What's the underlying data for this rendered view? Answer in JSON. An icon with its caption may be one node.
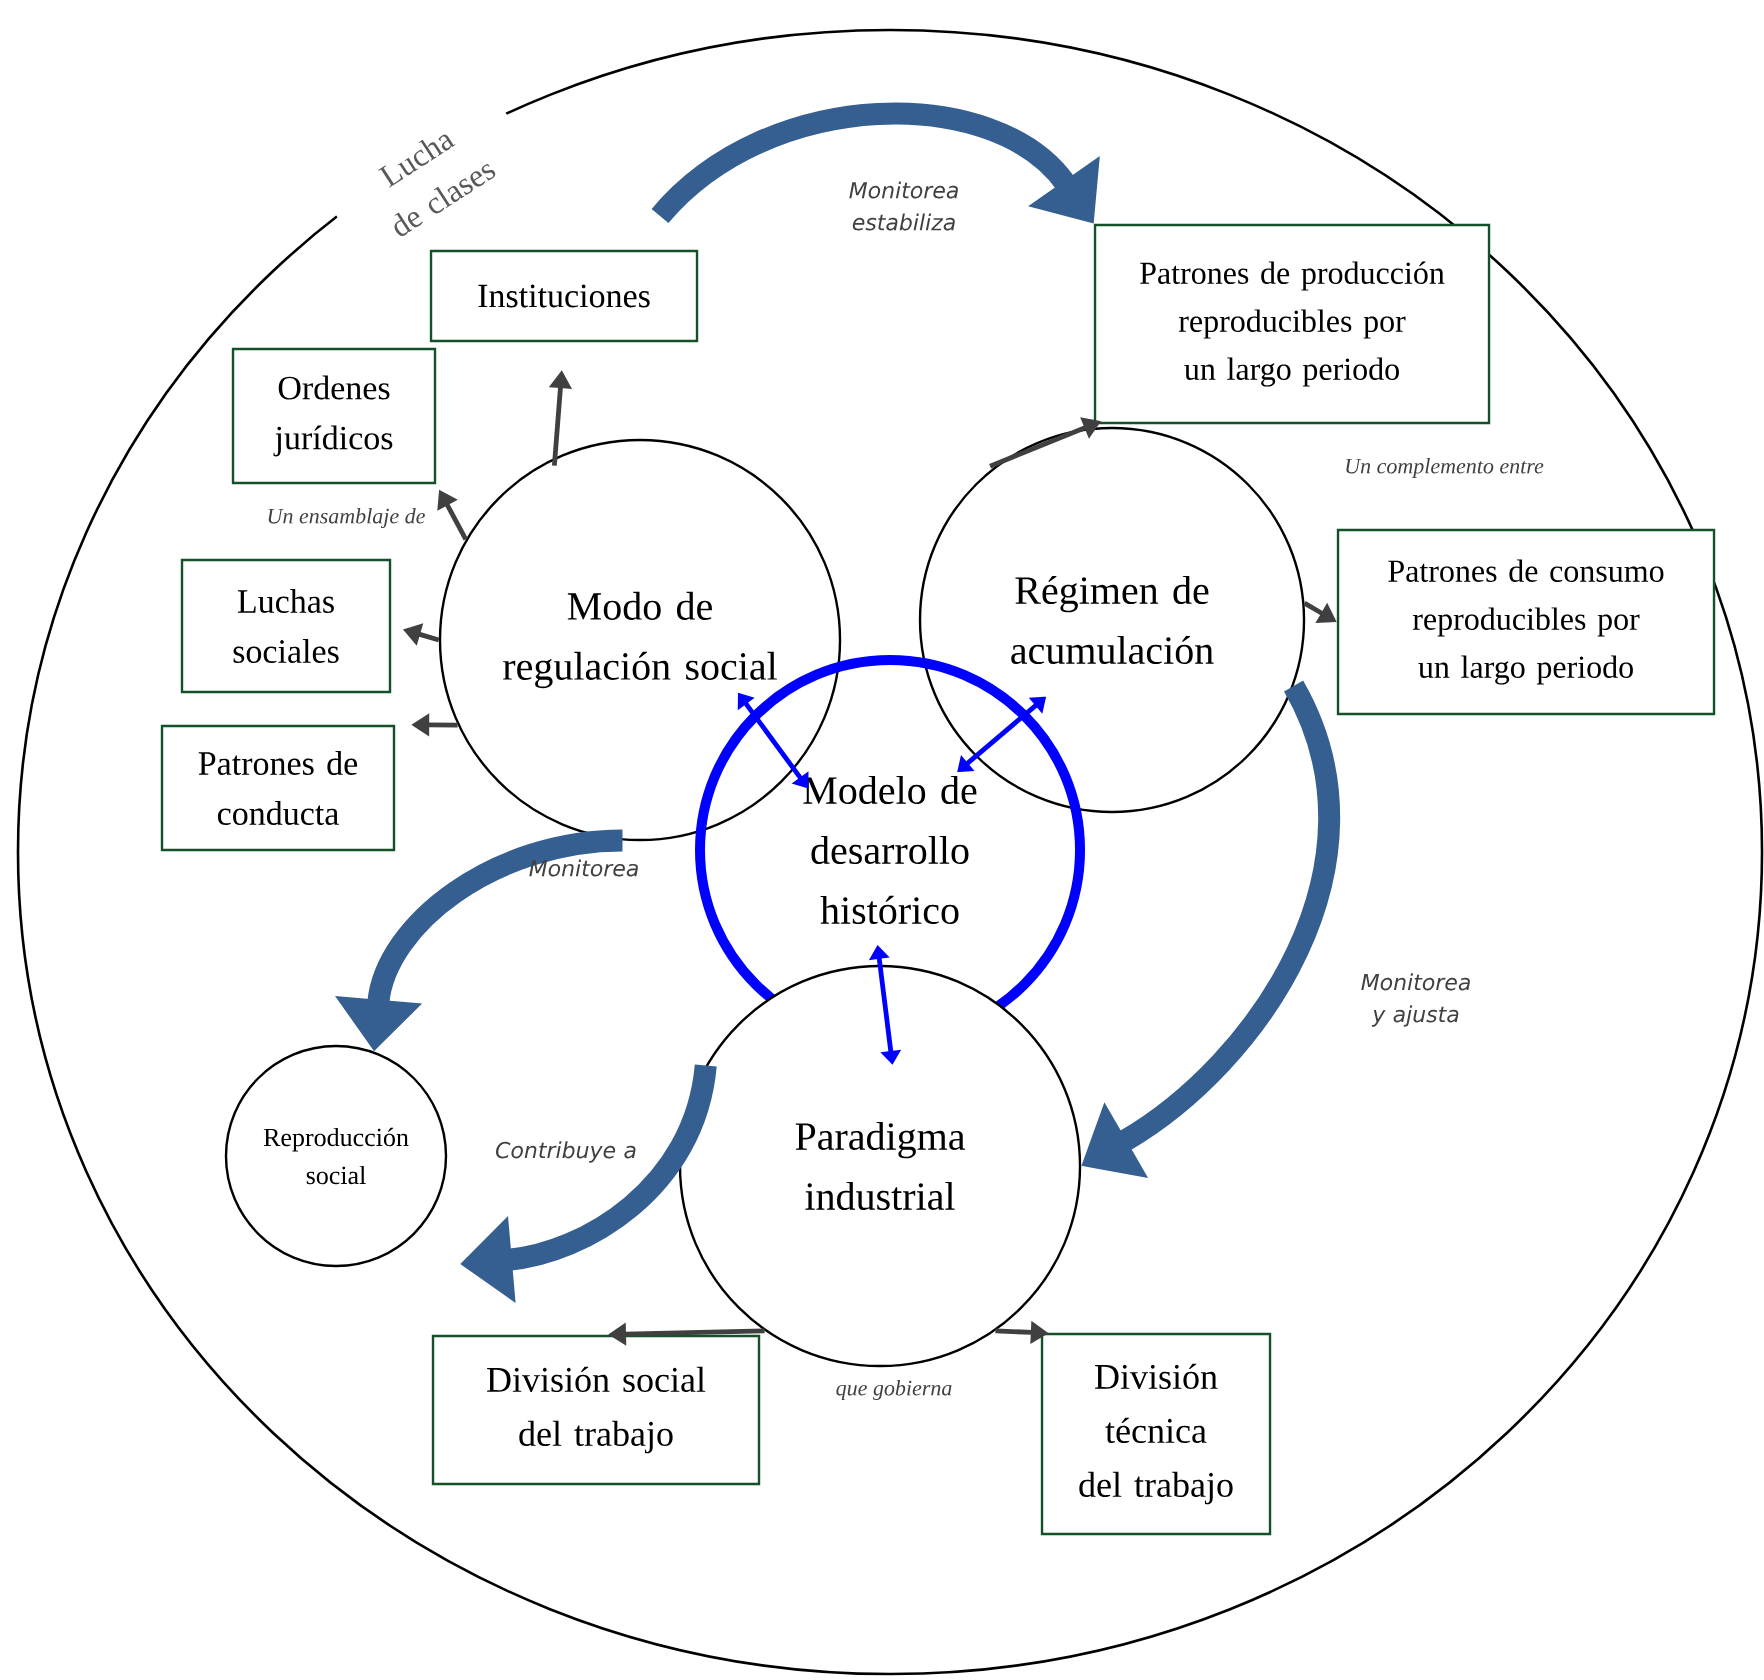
{
  "diagram": {
    "nodes": [
      {
        "text": [
          "Lucha de clases"
        ]
      },
      {
        "text": [
          "Instituciones"
        ],
        "in": 0
      },
      {
        "text": [
          "Ordenes jurídicos"
        ],
        "in": 0
      },
      {
        "text": [
          "Luchas sociales"
        ],
        "in": 0
      },
      {
        "text": [
          "Patrones de conducta"
        ],
        "in": 0
      },
      {
        "text": [
          "Modo de regulación social"
        ],
        "in": 0,
        "beside": [
          "Un ensamblaje de"
        ]
      },
      {
        "text": [
          "Patrones de producción reproducibles por un largo periodo"
        ],
        "in": 0
      },
      {
        "text": [
          "Régimen de acumulación"
        ],
        "in": 0,
        "beside": [
          "Un complemento entre"
        ]
      },
      {
        "text": [
          "Patrones de consumo reproducibles por un largo periodo"
        ],
        "in": 0
      },
      {
        "text": [
          "Modelo de desarrollo histórico"
        ],
        "in": 0
      },
      {
        "text": [
          "Reproducción social"
        ],
        "in": 0
      },
      {
        "text": [
          "Paradigma industrial"
        ],
        "in": 0,
        "beside": [
          "que gobierna"
        ]
      },
      {
        "text": [
          "División social del trabajo"
        ],
        "in": 0
      },
      {
        "text": [
          "División técnica del trabajo"
        ],
        "in": 0
      }
    ],
    "edges": [
      {
        "from": 5,
        "to": 1,
        "arrow": "to"
      },
      {
        "from": 5,
        "to": 2,
        "arrow": "to"
      },
      {
        "from": 5,
        "to": 3,
        "arrow": "to"
      },
      {
        "from": 5,
        "to": 4,
        "arrow": "to"
      },
      {
        "from": 7,
        "to": 6,
        "arrow": "to"
      },
      {
        "from": 7,
        "to": 8,
        "arrow": "to"
      },
      {
        "from": 11,
        "to": 12,
        "arrow": "to"
      },
      {
        "from": 11,
        "to": 13,
        "arrow": "to"
      },
      {
        "from": null,
        "to": 6,
        "arrow": "to",
        "label": "Monitorea estabiliza",
        "style": "thick",
        "color": "#365f91"
      },
      {
        "from": 7,
        "to": 11,
        "arrow": "to",
        "label": "Monitorea y ajusta",
        "style": "thick",
        "color": "#365f91"
      },
      {
        "from": 5,
        "to": 10,
        "arrow": "to",
        "label": "Monitorea",
        "style": "thick",
        "color": "#365f91"
      },
      {
        "from": 11,
        "to": null,
        "arrow": "to",
        "label": "Contribuye a",
        "style": "thick",
        "color": "#365f91"
      },
      {
        "from": 9,
        "to": 5,
        "arrow": "both",
        "color": "#0000ff"
      },
      {
        "from": 9,
        "to": 7,
        "arrow": "both",
        "color": "#0000ff"
      },
      {
        "from": 9,
        "to": 11,
        "arrow": "both",
        "color": "#0000ff"
      }
    ]
  }
}
